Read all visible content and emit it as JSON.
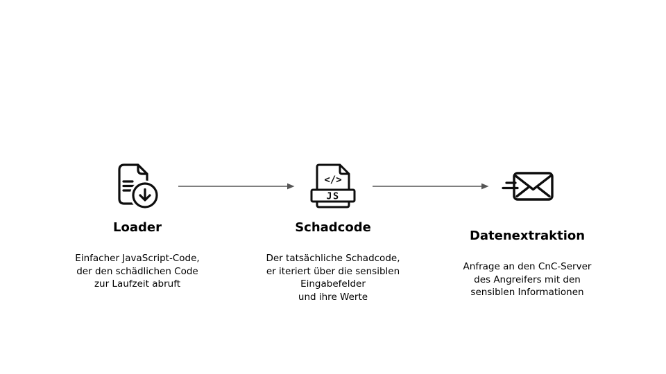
{
  "slide": {
    "background": "#ffffff"
  },
  "colors": {
    "text": "#000000",
    "icon_stroke": "#0d0d0d",
    "arrow": "#555555"
  },
  "steps": [
    {
      "title": "Loader",
      "icon": "document-download-icon",
      "description": "Einfacher JavaScript-Code,\nder den schädlichen Code\nzur Laufzeit abruft"
    },
    {
      "title": "Schadcode",
      "icon": "javascript-file-icon",
      "icon_text": {
        "code": "</>",
        "label": "JS"
      },
      "description": "Der tatsächliche Schadcode,\ner iteriert über die sensiblen\nEingabefelder\nund ihre Werte"
    },
    {
      "title": "Datenextraktion",
      "icon": "email-send-icon",
      "description": "Anfrage an den CnC-Server\ndes Angreifers mit den\nsensiblen Informationen"
    }
  ],
  "arrows": [
    {
      "from": "Loader",
      "to": "Schadcode"
    },
    {
      "from": "Schadcode",
      "to": "Datenextraktion"
    }
  ]
}
